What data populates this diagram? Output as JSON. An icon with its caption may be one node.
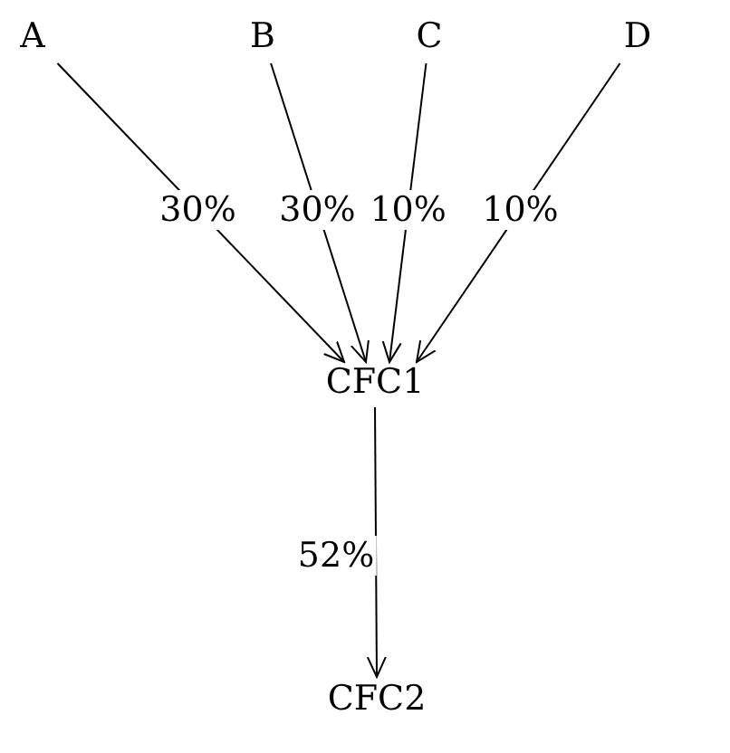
{
  "diagram": {
    "nodes": [
      {
        "text": [
          "A"
        ]
      },
      {
        "text": [
          "B"
        ]
      },
      {
        "text": [
          "C"
        ]
      },
      {
        "text": [
          "D"
        ]
      },
      {
        "text": [
          "CFC1"
        ]
      },
      {
        "text": [
          "CFC2"
        ]
      }
    ],
    "edges": [
      {
        "from": 0,
        "to": 4,
        "arrow": "to",
        "label": "30%"
      },
      {
        "from": 1,
        "to": 4,
        "arrow": "to",
        "label": "30%"
      },
      {
        "from": 2,
        "to": 4,
        "arrow": "to",
        "label": "10%"
      },
      {
        "from": 3,
        "to": 4,
        "arrow": "to",
        "label": "10%"
      },
      {
        "from": 4,
        "to": 5,
        "arrow": "to",
        "label": "52%"
      }
    ]
  }
}
